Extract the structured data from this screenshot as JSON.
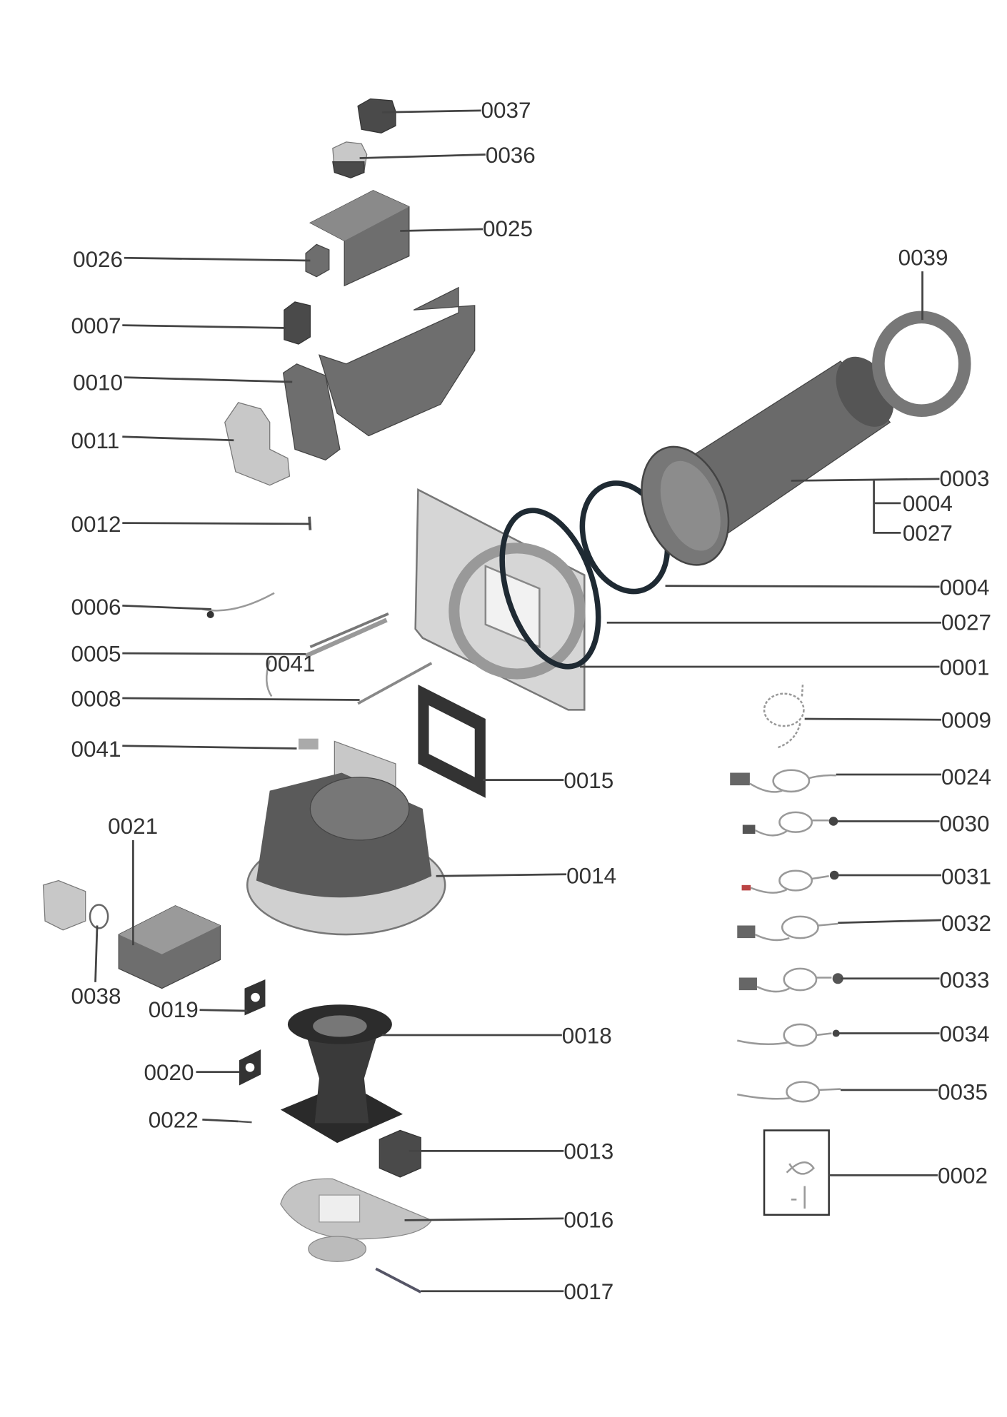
{
  "diagram": {
    "type": "exploded-parts-diagram",
    "callouts": [
      "0037",
      "0036",
      "0025",
      "0026",
      "0039",
      "0007",
      "0010",
      "0011",
      "0003",
      "0004",
      "0027",
      "0012",
      "0004",
      "0006",
      "0027",
      "0005",
      "0041",
      "0001",
      "0008",
      "0009",
      "0041",
      "0015",
      "0024",
      "0021",
      "0030",
      "0014",
      "0031",
      "0032",
      "0038",
      "0033",
      "0019",
      "0034",
      "0018",
      "0020",
      "0035",
      "0022",
      "0013",
      "0002",
      "0016",
      "0017"
    ]
  }
}
